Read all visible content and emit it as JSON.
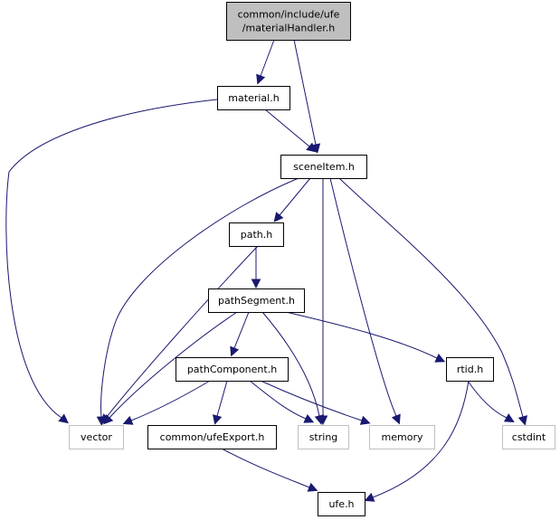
{
  "diagram": {
    "type": "include-dependency-graph",
    "colors": {
      "edge": "#191970",
      "root_fill": "#bfbfbf",
      "root_border": "#000000",
      "internal_border": "#000000",
      "external_border": "#bfbfbf",
      "external_text": "#000000"
    },
    "nodes": [
      {
        "id": "materialHandler",
        "lines": [
          "common/include/ufe",
          "/materialHandler.h"
        ],
        "kind": "root"
      },
      {
        "id": "material",
        "lines": [
          "material.h"
        ],
        "kind": "internal"
      },
      {
        "id": "sceneItem",
        "lines": [
          "sceneItem.h"
        ],
        "kind": "internal"
      },
      {
        "id": "path",
        "lines": [
          "path.h"
        ],
        "kind": "internal"
      },
      {
        "id": "pathSegment",
        "lines": [
          "pathSegment.h"
        ],
        "kind": "internal"
      },
      {
        "id": "rtid",
        "lines": [
          "rtid.h"
        ],
        "kind": "internal"
      },
      {
        "id": "pathComponent",
        "lines": [
          "pathComponent.h"
        ],
        "kind": "internal"
      },
      {
        "id": "vector",
        "lines": [
          "vector"
        ],
        "kind": "external"
      },
      {
        "id": "ufeExport",
        "lines": [
          "common/ufeExport.h"
        ],
        "kind": "internal"
      },
      {
        "id": "string",
        "lines": [
          "string"
        ],
        "kind": "external"
      },
      {
        "id": "memory",
        "lines": [
          "memory"
        ],
        "kind": "external"
      },
      {
        "id": "cstdint",
        "lines": [
          "cstdint"
        ],
        "kind": "external"
      },
      {
        "id": "ufe",
        "lines": [
          "ufe.h"
        ],
        "kind": "internal"
      }
    ],
    "edges": [
      {
        "from": "materialHandler",
        "to": "material"
      },
      {
        "from": "materialHandler",
        "to": "sceneItem"
      },
      {
        "from": "material",
        "to": "vector"
      },
      {
        "from": "material",
        "to": "sceneItem"
      },
      {
        "from": "sceneItem",
        "to": "vector"
      },
      {
        "from": "sceneItem",
        "to": "path"
      },
      {
        "from": "sceneItem",
        "to": "string"
      },
      {
        "from": "sceneItem",
        "to": "memory"
      },
      {
        "from": "sceneItem",
        "to": "cstdint"
      },
      {
        "from": "path",
        "to": "vector"
      },
      {
        "from": "path",
        "to": "pathSegment"
      },
      {
        "from": "pathSegment",
        "to": "vector"
      },
      {
        "from": "pathSegment",
        "to": "pathComponent"
      },
      {
        "from": "pathSegment",
        "to": "string"
      },
      {
        "from": "pathSegment",
        "to": "rtid"
      },
      {
        "from": "pathComponent",
        "to": "vector"
      },
      {
        "from": "pathComponent",
        "to": "ufeExport"
      },
      {
        "from": "pathComponent",
        "to": "string"
      },
      {
        "from": "pathComponent",
        "to": "memory"
      },
      {
        "from": "ufeExport",
        "to": "ufe"
      },
      {
        "from": "rtid",
        "to": "cstdint"
      },
      {
        "from": "rtid",
        "to": "ufe"
      }
    ]
  }
}
